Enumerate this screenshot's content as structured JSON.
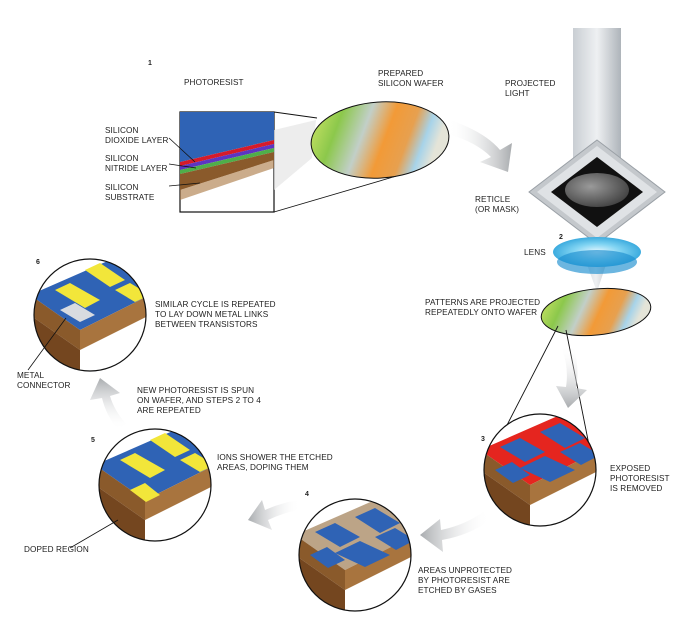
{
  "steps": {
    "s1": "1",
    "s2": "2",
    "s3": "3",
    "s4": "4",
    "s5": "5",
    "s6": "6"
  },
  "labels": {
    "photoresist": "PHOTORESIST",
    "silicon_dioxide": "SILICON\nDIOXIDE LAYER",
    "silicon_nitride": "SILICON\nNITRIDE LAYER",
    "silicon_substrate": "SILICON\nSUBSTRATE",
    "prepared_wafer": "PREPARED\nSILICON WAFER",
    "projected_light": "PROJECTED\nLIGHT",
    "reticle": "RETICLE\n(OR MASK)",
    "lens": "LENS",
    "patterns": "PATTERNS ARE PROJECTED\nREPEATEDLY ONTO WAFER",
    "exposed": "EXPOSED\nPHOTORESIST\nIS REMOVED",
    "areas_unprotected": "AREAS UNPROTECTED\nBY PHOTORESIST ARE\nETCHED BY GASES",
    "ions": "IONS SHOWER THE ETCHED\nAREAS, DOPING THEM",
    "doped_region": "DOPED REGION",
    "new_photoresist": "NEW PHOTORESIST IS SPUN\nON WAFER, AND STEPS 2 TO 4\nARE REPEATED",
    "metal_connector": "METAL\nCONNECTOR",
    "similar_cycle": "SIMILAR CYCLE IS REPEATED\nTO LAY DOWN METAL LINKS\nBETWEEN TRANSISTORS"
  },
  "colors": {
    "photoresist_blue": "#2f63b5",
    "substrate_brown": "#8a5a2b",
    "exposed_red": "#e5251f",
    "doped_yellow": "#f2e63a",
    "light_gray": "#b7bdc3",
    "lens_cyan": "#39b8e6"
  }
}
